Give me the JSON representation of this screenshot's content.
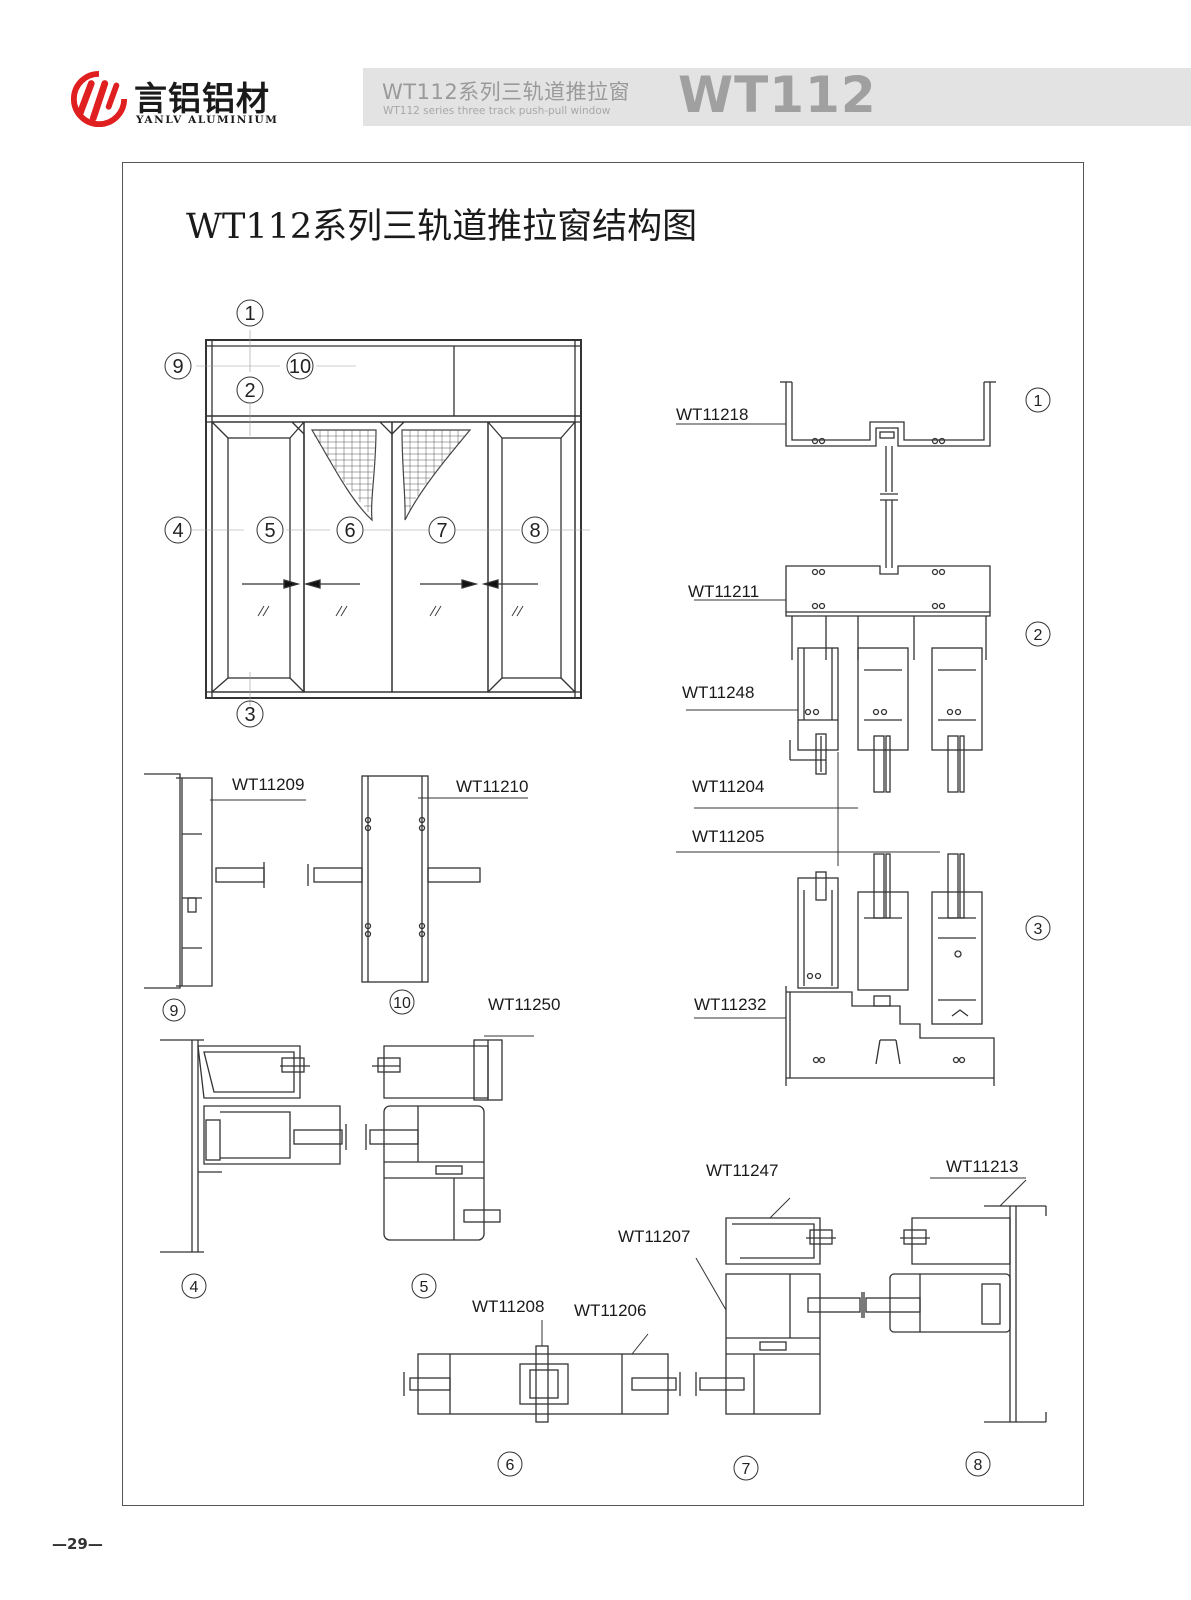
{
  "brand": {
    "name_cn": "言铝铝材",
    "name_en": "YANLV ALUMINIUM",
    "logo_color": "#e02020"
  },
  "series": {
    "title_cn": "WT112系列三轨道推拉窗",
    "title_en": "WT112 series three track push-pull window",
    "model": "WT112"
  },
  "drawing": {
    "title": "WT112系列三轨道推拉窗结构图",
    "elevation_callouts": [
      "1",
      "2",
      "3",
      "4",
      "5",
      "6",
      "7",
      "8",
      "9",
      "10"
    ],
    "profiles": {
      "p1": "WT11218",
      "p2a": "WT11211",
      "p2b": "WT11248",
      "p2c": "WT11204",
      "p2d": "WT11205",
      "p3": "WT11232",
      "p9": "WT11209",
      "p10": "WT11210",
      "p5": "WT11250",
      "p6a": "WT11208",
      "p6b": "WT11206",
      "p7a": "WT11247",
      "p7b": "WT11207",
      "p8": "WT11213"
    },
    "section_callouts": {
      "s1": "1",
      "s2": "2",
      "s3": "3",
      "s4": "4",
      "s5": "5",
      "s6": "6",
      "s7": "7",
      "s8": "8",
      "s9": "9",
      "s10": "10"
    }
  },
  "page_number": "—29—"
}
